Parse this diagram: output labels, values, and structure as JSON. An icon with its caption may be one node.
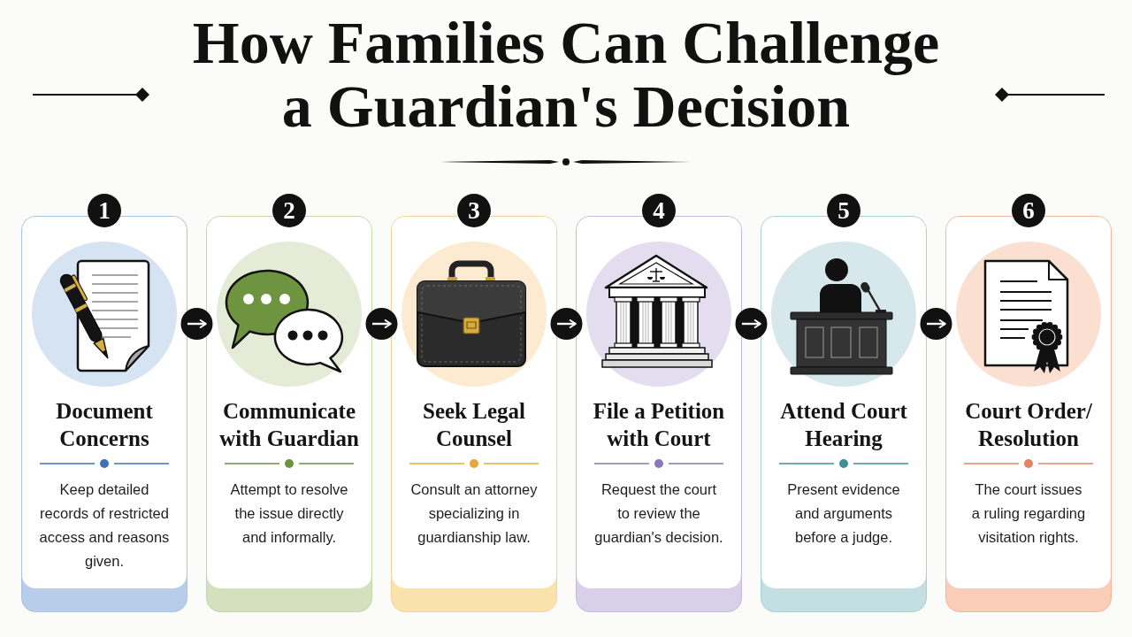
{
  "diagram": {
    "title": "How Families Can Challenge a Guardian's Decision",
    "nodes": [
      {
        "text": [
          "1",
          "Document Concerns",
          "Keep detailed records of restricted access and reasons given."
        ]
      },
      {
        "text": [
          "2",
          "Communicate with Guardian",
          "Attempt to resolve the issue directly and informally."
        ]
      },
      {
        "text": [
          "3",
          "Seek Legal Counsel",
          "Consult an attorney specializing in guardianship law."
        ]
      },
      {
        "text": [
          "4",
          "File a Petition with Court",
          "Request the court to review the guardian's decision."
        ]
      },
      {
        "text": [
          "5",
          "Attend Court Hearing",
          "Present evidence and arguments before a judge."
        ]
      },
      {
        "text": [
          "6",
          "Court Order/ Resolution",
          "The court issues a ruling regarding visitation rights."
        ]
      }
    ],
    "edges": [
      {
        "from": 0,
        "to": 1,
        "arrow": "to"
      },
      {
        "from": 1,
        "to": 2,
        "arrow": "to"
      },
      {
        "from": 2,
        "to": 3,
        "arrow": "to"
      },
      {
        "from": 3,
        "to": 4,
        "arrow": "to"
      },
      {
        "from": 4,
        "to": 5,
        "arrow": "to"
      }
    ]
  }
}
